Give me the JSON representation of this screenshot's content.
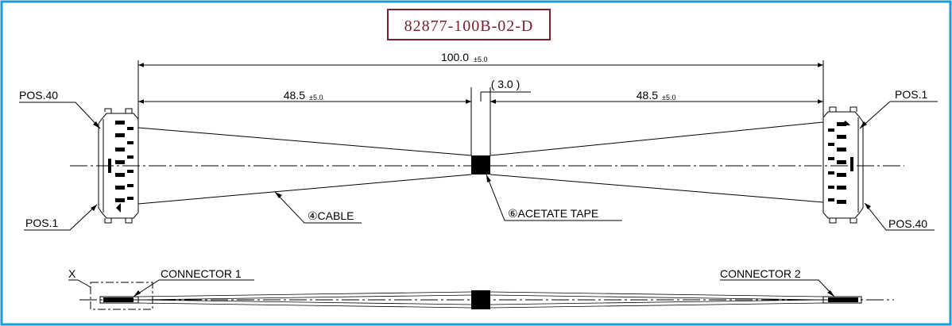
{
  "part_number": "82877-100B-02-D",
  "dimensions": {
    "overall": {
      "value": "100.0",
      "tol": "±5.0"
    },
    "left_segment": {
      "value": "48.5",
      "tol": "±5.0"
    },
    "right_segment": {
      "value": "48.5",
      "tol": "±5.0"
    },
    "tape_width": "( 3.0 )"
  },
  "labels": {
    "pos40_left": "POS.40",
    "pos1_left": "POS.1",
    "pos1_right": "POS.1",
    "pos40_right": "POS.40",
    "cable": "④CABLE",
    "tape": "⑥ACETATE TAPE",
    "view_x": "X",
    "connector1": "CONNECTOR 1",
    "connector2": "CONNECTOR 2"
  },
  "colors": {
    "frame": "#1e9bd7",
    "part_number_box": "#7b1e2e",
    "line": "#000000"
  }
}
